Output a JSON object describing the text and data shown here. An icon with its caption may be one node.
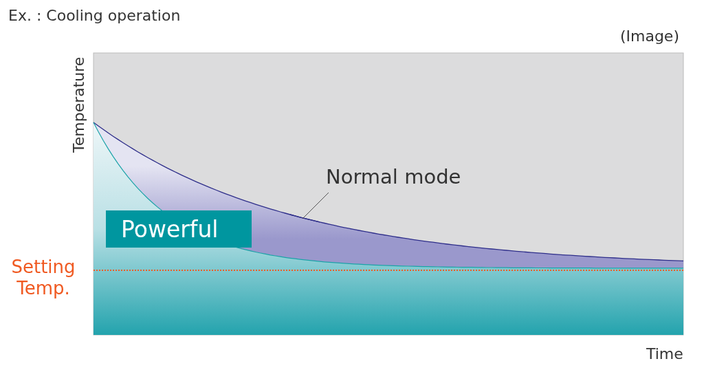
{
  "diagram": {
    "nodes": [
      {
        "text": [
          "Normal mode"
        ]
      },
      {
        "text": [
          "Powerful"
        ]
      },
      {
        "text": [],
        "shape": "line"
      }
    ],
    "edges": [
      {
        "from": 0,
        "to": 2,
        "arrow": "none"
      }
    ],
    "labels": [
      "Ex. : Cooling operation",
      "(Image)",
      "Temperature",
      "Setting Temp.",
      "Time"
    ]
  }
}
